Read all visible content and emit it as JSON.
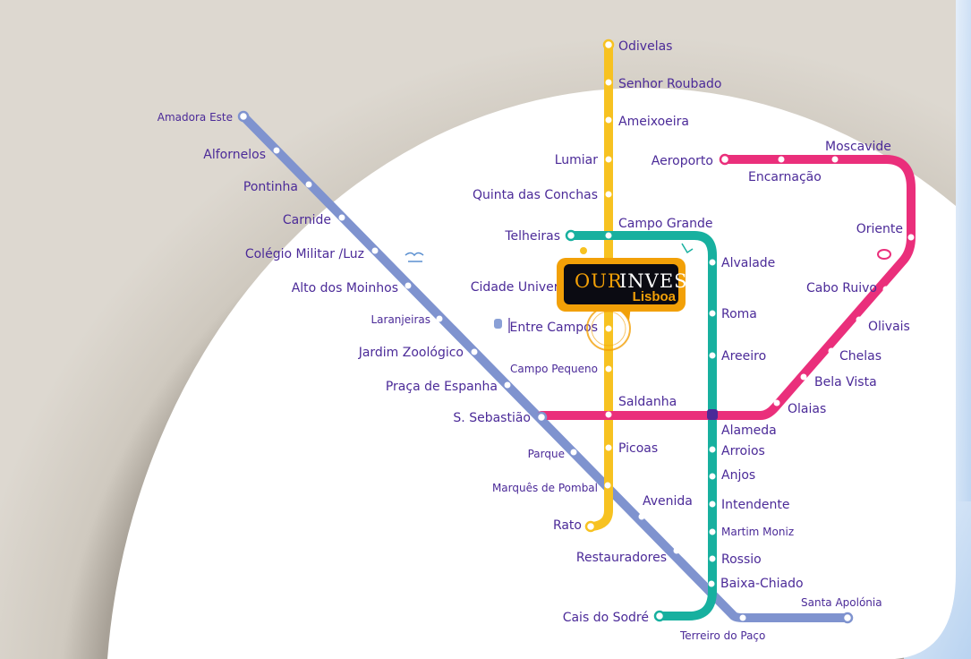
{
  "map": {
    "logo": {
      "brand_part1": "OUR",
      "brand_part2": "INVEST",
      "city": "Lisboa"
    },
    "colors": {
      "blue_line": "#7f93cf",
      "yellow_line": "#f7c221",
      "green_line": "#17b09f",
      "red_line": "#ea2f7b",
      "label": "#4b2a98",
      "logo_orange": "#f2a007"
    },
    "lines": {
      "blue": [
        "Amadora Este",
        "Alfornelos",
        "Pontinha",
        "Carnide",
        "Colégio Militar /Luz",
        "Alto dos Moinhos",
        "Laranjeiras",
        "Jardim Zoológico",
        "Praça de Espanha",
        "S. Sebastião",
        "Parque",
        "Marquês de Pombal",
        "Avenida",
        "Restauradores",
        "Baixa-Chiado",
        "Terreiro do Paço",
        "Santa Apolónia"
      ],
      "yellow": [
        "Odivelas",
        "Senhor Roubado",
        "Ameixoeira",
        "Lumiar",
        "Quinta das Conchas",
        "Campo Grande",
        "Cidade Universitária",
        "Entre Campos",
        "Campo Pequeno",
        "Saldanha",
        "Picoas",
        "Rato"
      ],
      "green": [
        "Telheiras",
        "Alvalade",
        "Roma",
        "Areeiro",
        "Alameda",
        "Arroios",
        "Anjos",
        "Intendente",
        "Martim Moniz",
        "Rossio",
        "Cais do Sodré"
      ],
      "red": [
        "Aeroporto",
        "Encarnação",
        "Moscavide",
        "Oriente",
        "Cabo Ruivo",
        "Olivais",
        "Chelas",
        "Bela Vista",
        "Olaias"
      ]
    }
  }
}
